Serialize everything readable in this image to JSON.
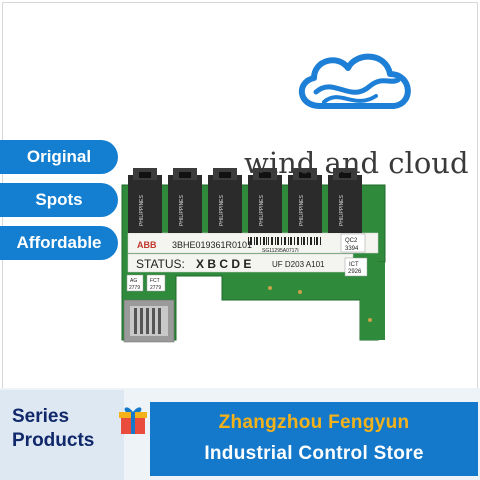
{
  "brand": {
    "name": "wind and cloud"
  },
  "tags": [
    {
      "label": "Original"
    },
    {
      "label": "Spots"
    },
    {
      "label": "Affordable"
    }
  ],
  "board": {
    "maker": "ABB",
    "part_number": "3BHE019361R0101",
    "barcode_id": "SG11295A0717I",
    "qc_label": "QC2",
    "qc_value": "3394",
    "status_label": "STATUS:",
    "status_letters": "X B C D E",
    "uf_label": "UF D203 A101",
    "ict_label": "ICT",
    "ict_value": "2926",
    "ag_label": "AG",
    "ag_value": "2779",
    "fct_label": "FCT",
    "fct_value": "2779",
    "connector_text": "PHILIPPINES",
    "colors": {
      "pcb": "#2f8a3c",
      "pcb_dark": "#1f6a2a",
      "connector": "#2b2b2b"
    }
  },
  "banner": {
    "series_line1": "Series",
    "series_line2": "Products",
    "store_line1": "Zhangzhou Fengyun",
    "store_line2": "Industrial Control Store",
    "colors": {
      "blue": "#1479cb",
      "gold": "#f4b21a",
      "navy": "#11296a"
    }
  }
}
